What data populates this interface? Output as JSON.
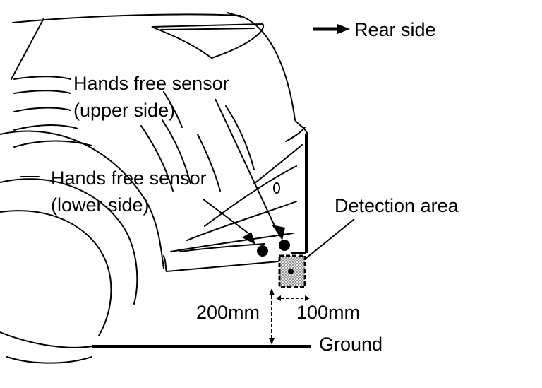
{
  "labels": {
    "rear_side": "Rear side",
    "upper_sensor_line1": "Hands free sensor",
    "upper_sensor_line2": "(upper side)",
    "lower_sensor_line1": "Hands free sensor",
    "lower_sensor_line2": "(lower side)",
    "detection_area": "Detection area",
    "height_dim": "200mm",
    "width_dim": "100mm",
    "ground": "Ground"
  },
  "colors": {
    "ink": "#000000",
    "background": "#ffffff",
    "detection_fill": "#d8d8d8"
  }
}
